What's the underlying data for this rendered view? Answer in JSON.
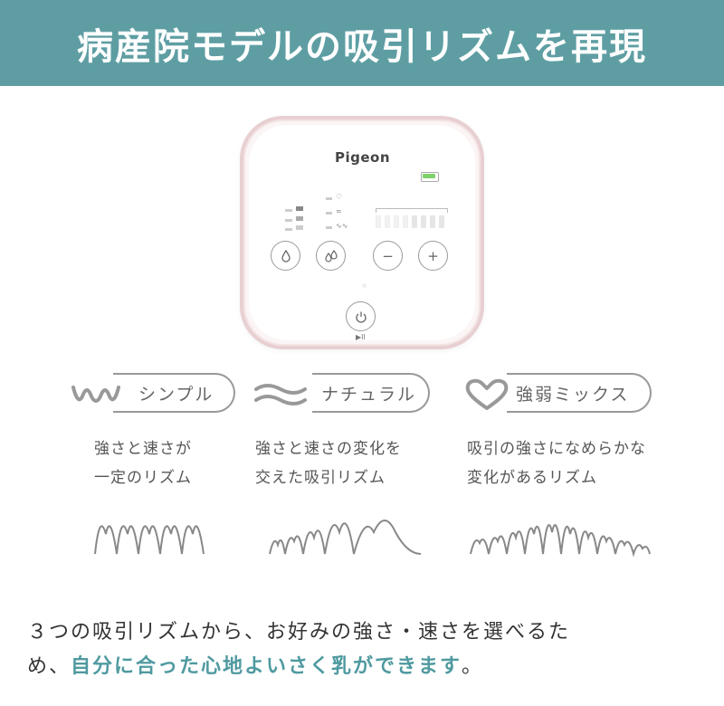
{
  "banner": {
    "title": "病産院モデルの吸引リズムを再現"
  },
  "device": {
    "brand": "Pigeon",
    "buttons": {
      "mode_single": "drop-icon",
      "mode_double": "double-drop-icon",
      "minus": "−",
      "plus": "+",
      "power": "power-icon"
    },
    "play_pause": "▶II",
    "mode_indicators": [
      "♡",
      "≈",
      "∿∿"
    ],
    "colors": {
      "body_ring": "#e8cfd1",
      "battery": "#7fd26b"
    }
  },
  "modes": [
    {
      "label": "シンプル",
      "icon": "zigzag-wave-icon",
      "description": [
        "強さと速さが",
        "一定のリズム"
      ]
    },
    {
      "label": "ナチュラル",
      "icon": "double-wave-icon",
      "description": [
        "強さと速さの変化を",
        "交えた吸引リズム"
      ]
    },
    {
      "label": "強弱ミックス",
      "icon": "heart-icon",
      "description": [
        "吸引の強さになめらかな",
        "変化があるリズム"
      ]
    }
  ],
  "footer": {
    "line1": "３つの吸引リズムから、お好みの強さ・速さを選べるた",
    "line2_prefix": "め、",
    "line2_highlight": "自分に合った心地よいさく乳ができます",
    "line2_suffix": "。"
  },
  "colors": {
    "banner": "#5e9ea3",
    "highlight": "#4f9aa0",
    "outline": "#999999"
  }
}
